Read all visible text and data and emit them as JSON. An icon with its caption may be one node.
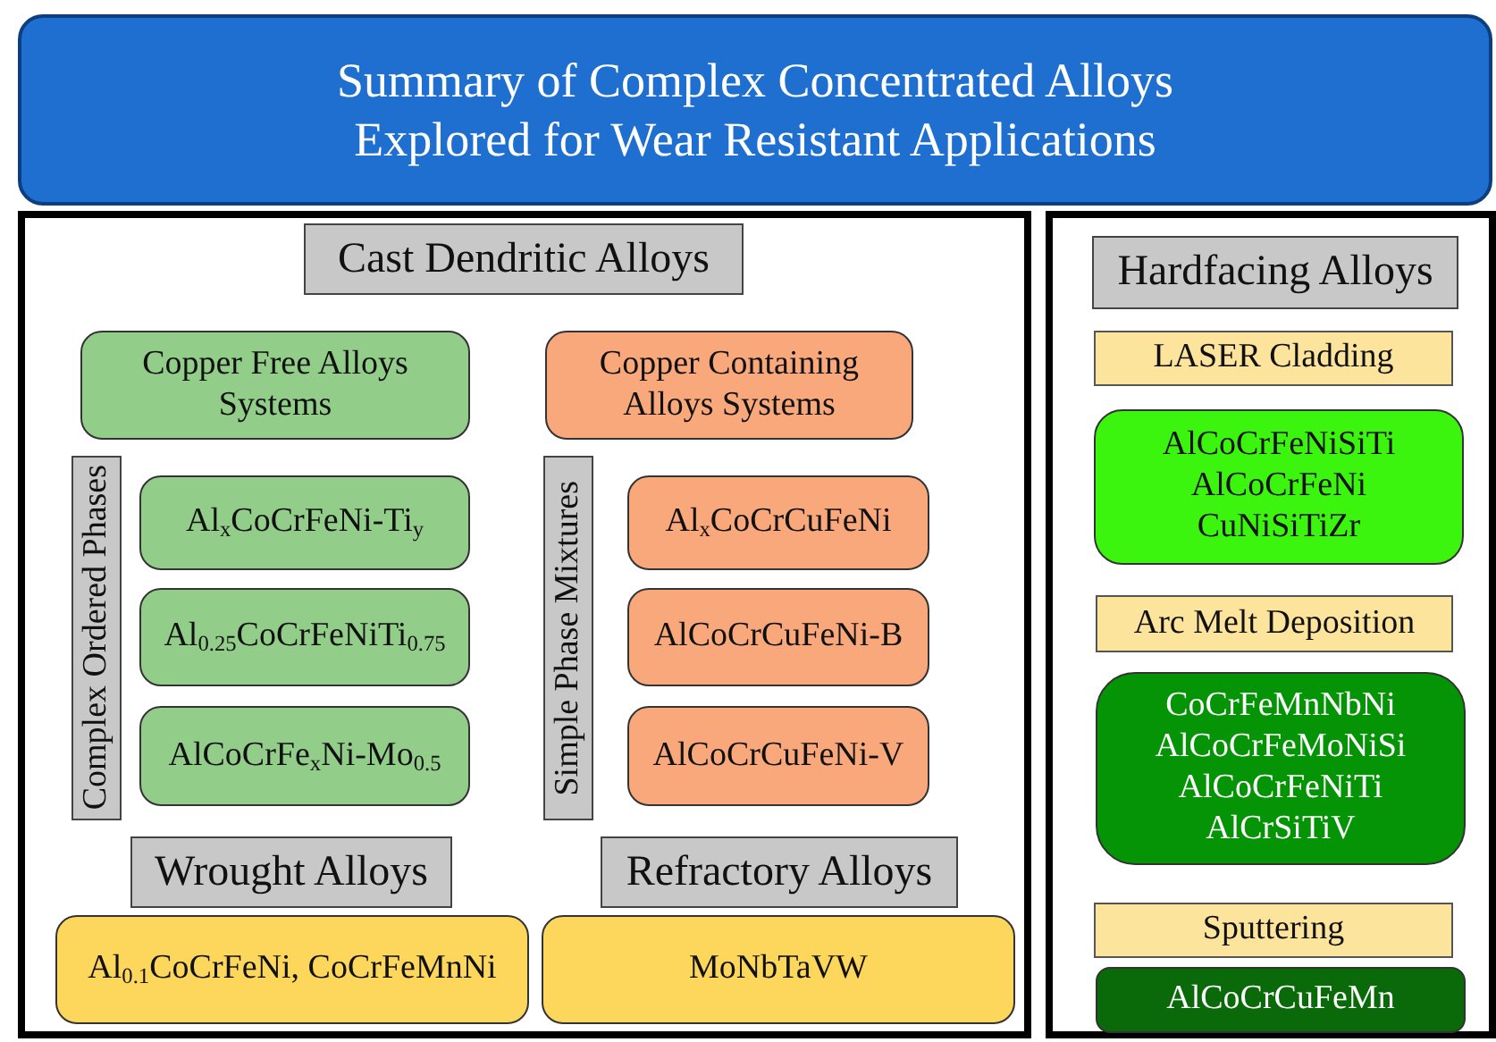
{
  "diagram": {
    "nodes": [
      {
        "text": [
          "Summary of Complex Concentrated Alloys Explored for Wear Resistant Applications"
        ]
      },
      {
        "text": [],
        "shape": "box"
      },
      {
        "text": [
          "Cast Dendritic Alloys"
        ],
        "in": 1
      },
      {
        "text": [
          "Copper Free Alloys Systems"
        ],
        "in": 1
      },
      {
        "text": [
          "Copper Containing Alloys Systems"
        ],
        "in": 1
      },
      {
        "text": [
          "Complex Ordered Phases"
        ],
        "in": 1
      },
      {
        "text": [
          "Al$_{x}$CoCrFeNi-Ti$_{y}$"
        ],
        "in": 1
      },
      {
        "text": [
          "Al$_{0.25}$CoCrFeNiTi$_{0.75}$"
        ],
        "in": 1
      },
      {
        "text": [
          "AlCoCrFe$_{x}$Ni-Mo$_{0.5}$"
        ],
        "in": 1
      },
      {
        "text": [
          "Simple Phase Mixtures"
        ],
        "in": 1
      },
      {
        "text": [
          "Al$_{x}$CoCrCuFeNi"
        ],
        "in": 1
      },
      {
        "text": [
          "AlCoCrCuFeNi-B"
        ],
        "in": 1
      },
      {
        "text": [
          "AlCoCrCuFeNi-V"
        ],
        "in": 1
      },
      {
        "text": [
          "Wrought Alloys"
        ],
        "in": 1
      },
      {
        "text": [
          "Refractory Alloys"
        ],
        "in": 1
      },
      {
        "text": [
          "Al$_{0.1}$CoCrFeNi, CoCrFeMnNi"
        ],
        "in": 1
      },
      {
        "text": [
          "MoNbTaVW"
        ],
        "in": 1
      },
      {
        "text": [],
        "shape": "box"
      },
      {
        "text": [
          "Hardfacing Alloys"
        ],
        "in": 17
      },
      {
        "text": [
          "LASER Cladding"
        ],
        "in": 17
      },
      {
        "text": [
          "AlCoCrFeNiSiTi",
          "AlCoCrFeNi",
          "CuNiSiTiZr"
        ],
        "in": 17
      },
      {
        "text": [
          "Arc Melt Deposition"
        ],
        "in": 17
      },
      {
        "text": [
          "CoCrFeMnNbNi",
          "AlCoCrFeMoNiSi",
          "AlCoCrFeNiTi",
          "AlCrSiTiV"
        ],
        "in": 17
      },
      {
        "text": [
          "Sputtering"
        ],
        "in": 17
      },
      {
        "text": [
          "AlCoCrCuFeMn"
        ],
        "in": 17
      }
    ]
  }
}
